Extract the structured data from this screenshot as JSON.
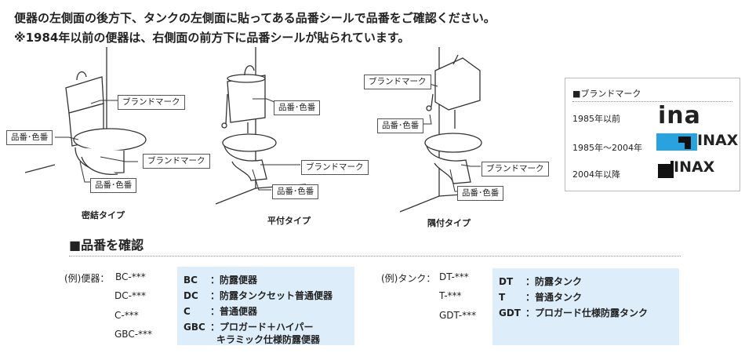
{
  "intro": {
    "line1": "便器の左側面の後方下、タンクの左側面に貼ってある品番シールで品番をご確認ください。",
    "line2": "※1984年以前の便器は、右側面の前方下に品番シールが貼られています。"
  },
  "diagrams": {
    "d1": {
      "caption": "密結タイプ",
      "tank_label": "ブランドマーク",
      "left_label": "品番･色番",
      "bowl_label": "ブランドマーク",
      "bottom_label": "品番･色番"
    },
    "d2": {
      "caption": "平付タイプ",
      "tank_label": "品番･色番",
      "bowl_label": "ブランドマーク",
      "bottom_label": "品番･色番"
    },
    "d3": {
      "caption": "隅付タイプ",
      "tank_label": "ブランドマーク",
      "left_label": "品番･色番",
      "bowl_label": "ブランドマーク",
      "bottom_label": "品番･色番"
    }
  },
  "legend": {
    "title": "■ブランドマーク",
    "rows": [
      {
        "period": "1985年以前",
        "logo": "ina"
      },
      {
        "period": "1985年〜2004年",
        "logo": "INAX"
      },
      {
        "period": "2004年以降",
        "logo": "INAX"
      }
    ]
  },
  "section": {
    "title": "■品番を確認"
  },
  "toilet_examples": {
    "prefix": "(例)便器：",
    "codes": [
      "BC-***",
      "DC-***",
      "C-***",
      "GBC-***"
    ],
    "defs": [
      {
        "code": "BC",
        "desc": "：防露便器"
      },
      {
        "code": "DC",
        "desc": "：防露タンクセット普通便器"
      },
      {
        "code": "C",
        "desc": "：普通便器"
      },
      {
        "code": "GBC",
        "desc": "：プロガード＋ハイパー",
        "desc2": "キラミック仕様防露便器"
      }
    ]
  },
  "tank_examples": {
    "prefix": "(例)タンク：",
    "codes": [
      "DT-***",
      "T-***",
      "GDT-***"
    ],
    "defs": [
      {
        "code": "DT",
        "desc": "：防露タンク"
      },
      {
        "code": "T",
        "desc": "：普通タンク"
      },
      {
        "code": "GDT",
        "desc": "：プロガード仕様防露タンク"
      }
    ]
  }
}
